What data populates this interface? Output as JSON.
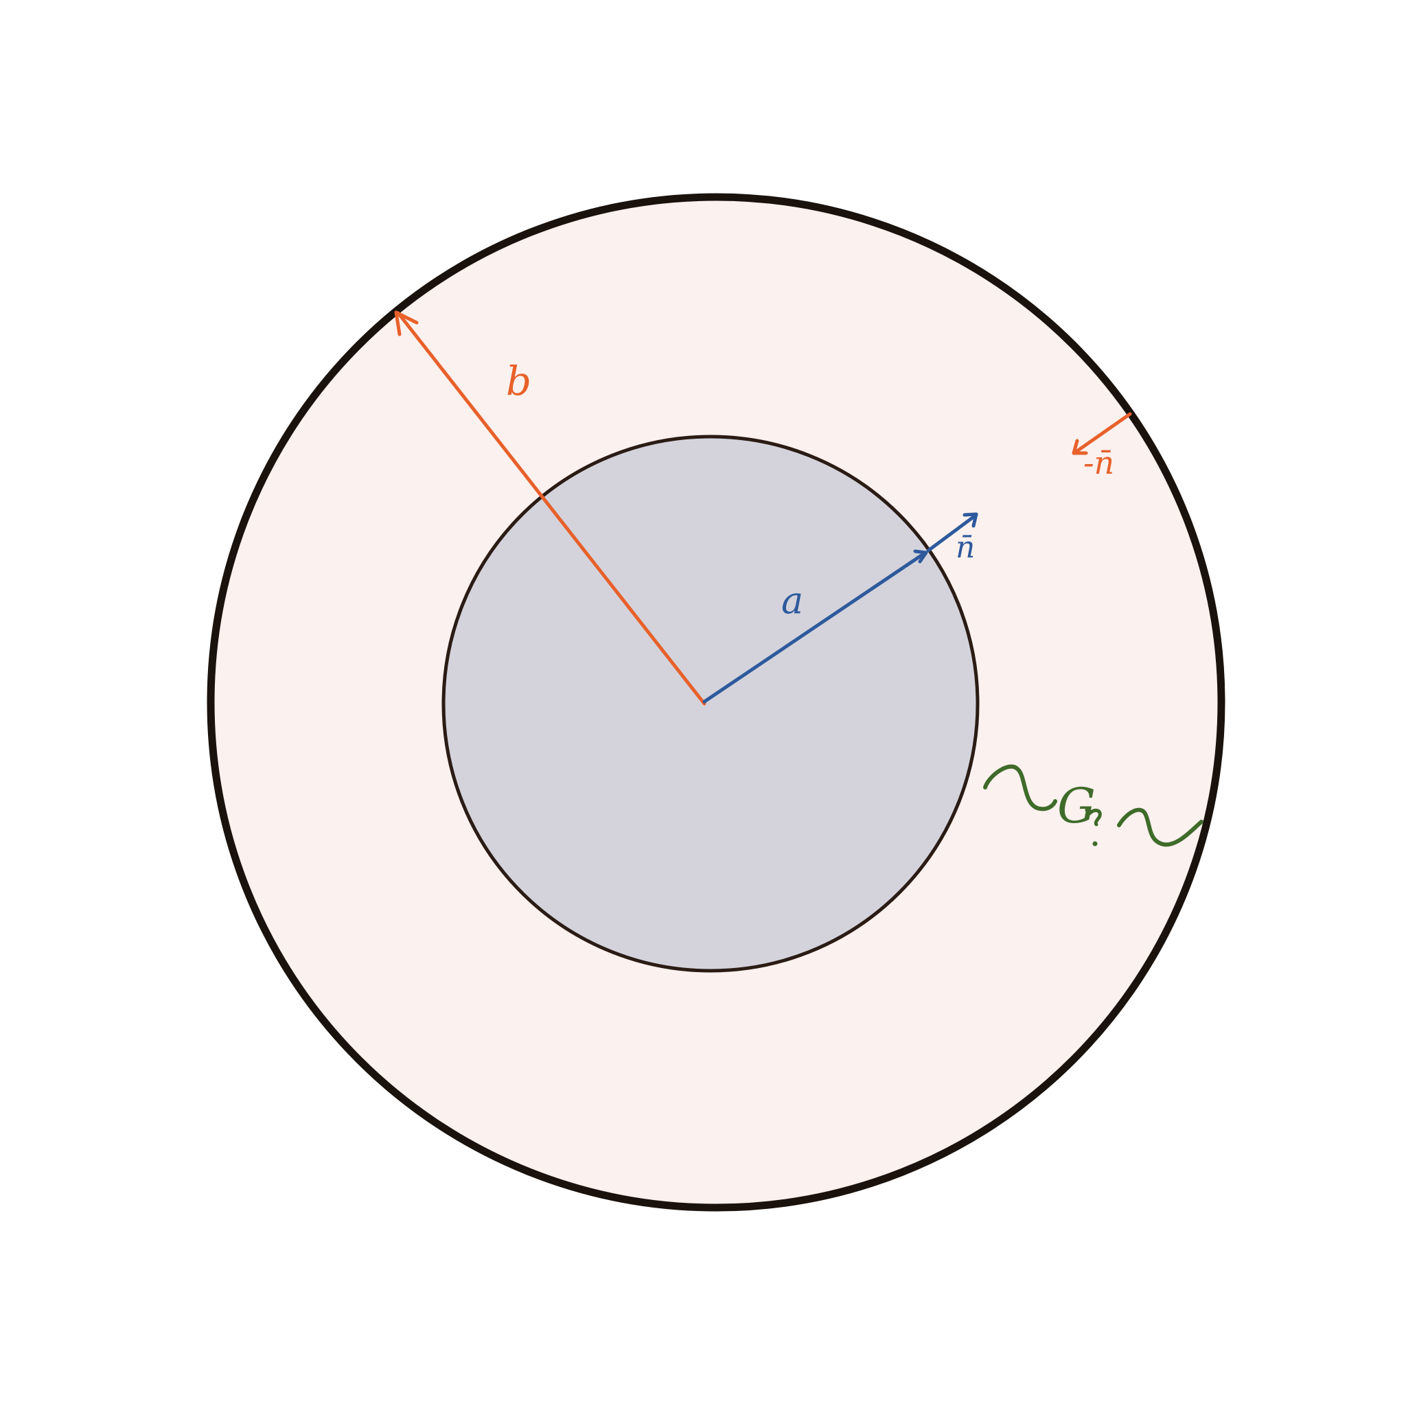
{
  "diagram": {
    "labels": {
      "outer_radius": "b",
      "inner_radius": "a",
      "outer_normal": "-n̄",
      "inner_normal": "n̄",
      "green_label": "G"
    },
    "colors": {
      "background": "#ffffff",
      "outer_fill": "#fbf1ee",
      "inner_fill": "#d4d3dc",
      "outer_stroke": "#1a120c",
      "inner_stroke": "#2a1c14",
      "orange": "#e8602a",
      "blue": "#2e5a9c",
      "green": "#3f6b2a"
    }
  }
}
